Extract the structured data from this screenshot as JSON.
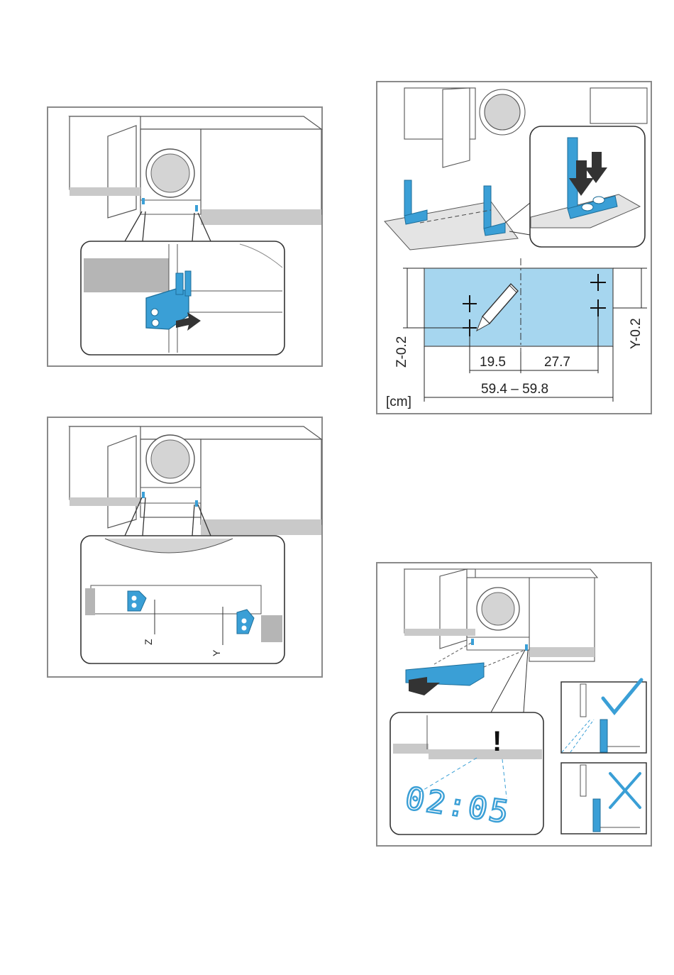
{
  "panels": {
    "mark_holes": {
      "dimensions": {
        "z_offset": "Z-0.2",
        "y_offset": "Y-0.2",
        "left_spacing": "19.5",
        "right_spacing": "27.7",
        "width_range": "59.4 – 59.8",
        "unit": "[cm]"
      }
    },
    "measure": {
      "labels": {
        "z": "Z",
        "y": "Y"
      }
    },
    "check_alignment": {
      "display_text": "02:05",
      "warning_symbol": "!"
    }
  },
  "colors": {
    "accent_blue": "#3a9fd6",
    "light_blue_fill": "#a6d6ef",
    "frame_gray": "#8a8a8a",
    "plinth_gray": "#c9c9c9",
    "line": "#333333"
  }
}
